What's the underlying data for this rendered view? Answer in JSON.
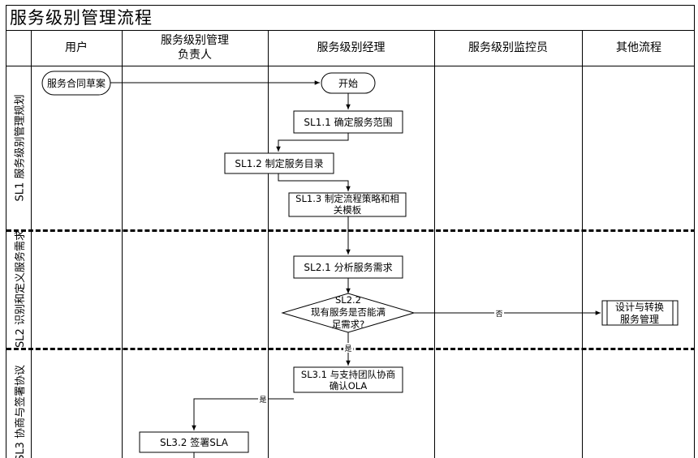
{
  "title": "服务级别管理流程",
  "lanes": [
    {
      "id": "user",
      "lines": [
        "用户"
      ]
    },
    {
      "id": "owner",
      "lines": [
        "服务级别管理",
        "负责人"
      ]
    },
    {
      "id": "manager",
      "lines": [
        "服务级别经理"
      ]
    },
    {
      "id": "monitor",
      "lines": [
        "服务级别监控员"
      ]
    },
    {
      "id": "other",
      "lines": [
        "其他流程"
      ]
    }
  ],
  "phases": [
    {
      "id": "sl1",
      "label": "SL1 服务级别管理规划"
    },
    {
      "id": "sl2",
      "label": "SL2 识别和定义服务需求"
    },
    {
      "id": "sl3",
      "label": "SL3 协商与签署协议"
    }
  ],
  "nodes": {
    "contract_draft": {
      "shape": "terminator",
      "lines": [
        "服务合同草案"
      ]
    },
    "start": {
      "shape": "terminator",
      "lines": [
        "开始"
      ]
    },
    "sl1_1": {
      "shape": "process",
      "lines": [
        "SL1.1 确定服务范围"
      ]
    },
    "sl1_2": {
      "shape": "process",
      "lines": [
        "SL1.2 制定服务目录"
      ]
    },
    "sl1_3": {
      "shape": "process",
      "lines": [
        "SL1.3 制定流程策略和相",
        "关模板"
      ]
    },
    "sl2_1": {
      "shape": "process",
      "lines": [
        "SL2.1 分析服务需求"
      ]
    },
    "sl2_2": {
      "shape": "decision",
      "lines": [
        "SL2.2",
        "现有服务是否能满",
        "足需求?"
      ]
    },
    "design": {
      "shape": "subprocess",
      "lines": [
        "设计与转换",
        "服务管理"
      ]
    },
    "sl3_1": {
      "shape": "process",
      "lines": [
        "SL3.1 与支持团队协商",
        "确认OLA"
      ]
    },
    "sl3_2": {
      "shape": "process",
      "lines": [
        "SL3.2 签署SLA"
      ]
    }
  },
  "edge_labels": {
    "no": "否",
    "yes_down": "是",
    "yes_left": "是"
  }
}
